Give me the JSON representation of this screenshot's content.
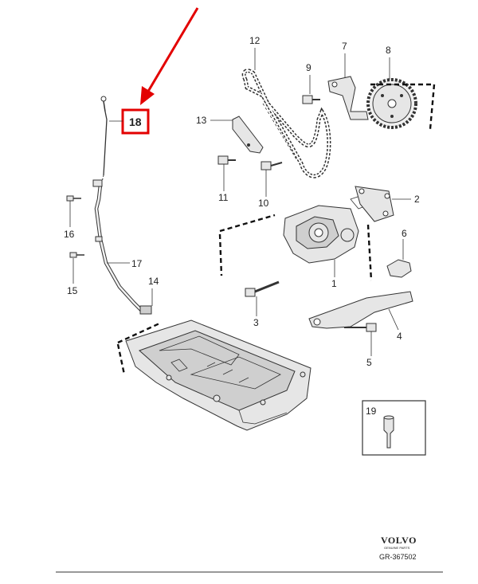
{
  "labels": {
    "p1": "1",
    "p2": "2",
    "p3": "3",
    "p4": "4",
    "p5": "5",
    "p6": "6",
    "p7": "7",
    "p8": "8",
    "p9": "9",
    "p10": "10",
    "p11": "11",
    "p12": "12",
    "p13": "13",
    "p14": "14",
    "p15": "15",
    "p16": "16",
    "p17": "17",
    "p18": "18",
    "p19": "19"
  },
  "footer": {
    "brand": "VOLVO",
    "tagline": "GENUINE PARTS",
    "reference": "GR-367502"
  },
  "colors": {
    "highlight": "#e30000",
    "arrow": "#e30000",
    "line": "#333333"
  }
}
